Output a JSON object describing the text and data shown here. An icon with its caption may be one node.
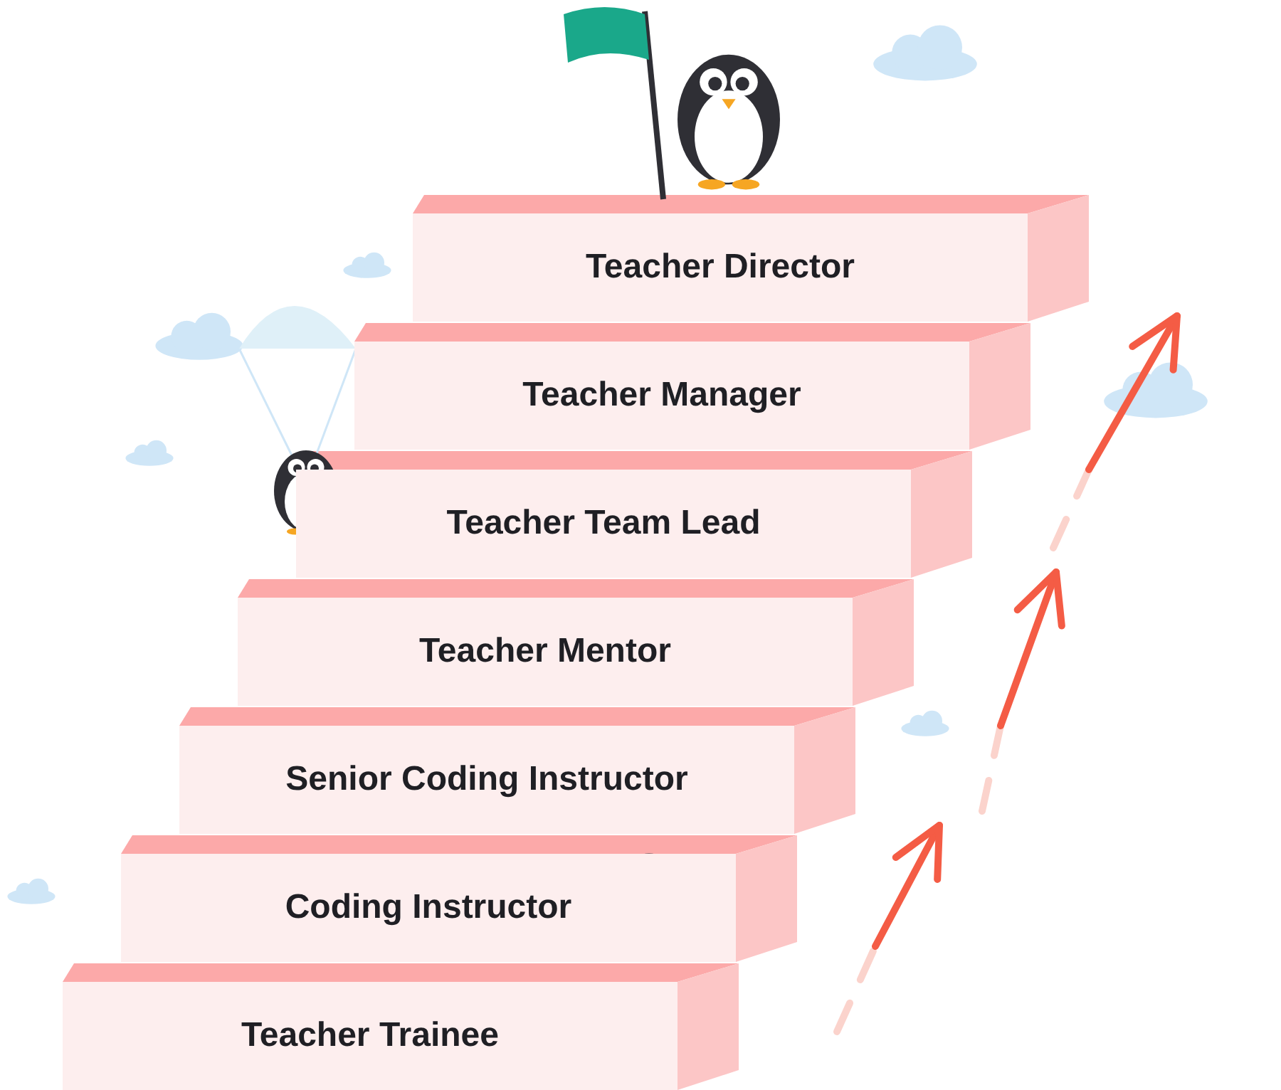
{
  "diagram": {
    "nodes": [
      {
        "text": [
          "Teacher Director"
        ]
      },
      {
        "text": [
          "Teacher Manager"
        ]
      },
      {
        "text": [
          "Teacher Team Lead"
        ]
      },
      {
        "text": [
          "Teacher Mentor"
        ]
      },
      {
        "text": [
          "Senior Coding Instructor"
        ]
      },
      {
        "text": [
          "Coding Instructor"
        ]
      },
      {
        "text": [
          "Teacher Trainee"
        ]
      }
    ]
  }
}
